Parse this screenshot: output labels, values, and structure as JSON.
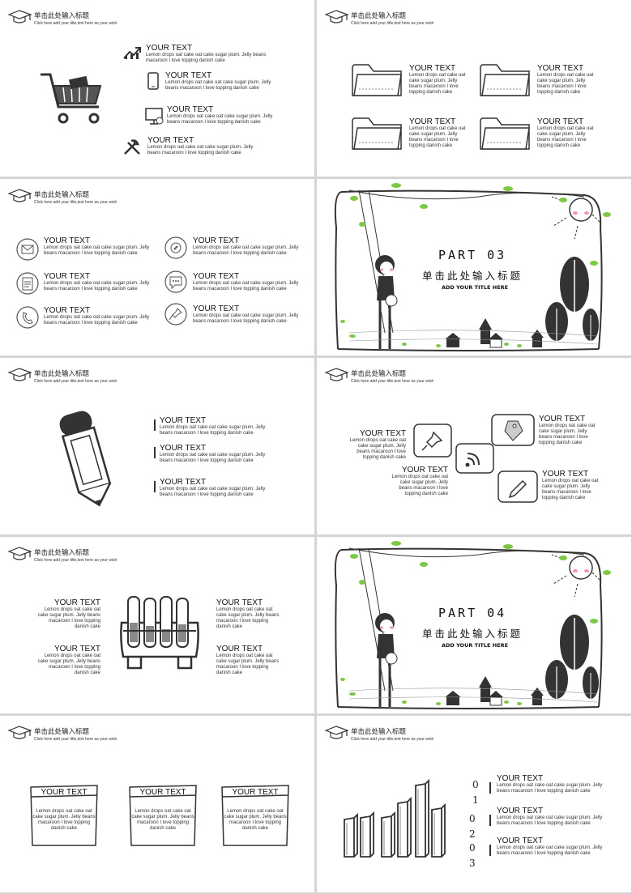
{
  "header": {
    "title": "单击此处输入标题",
    "subtitle": "Click here add your title,text here as your wish"
  },
  "item_title": "YOUR TEXT",
  "item_body": "Lemon drops oat cake oat cake sugar plum. Jelly beans macaroon I love topping danish cake",
  "part3": {
    "title": "PART 03",
    "subtitle": "单击此处输入标题",
    "en": "ADD YOUR TITLE HERE"
  },
  "part4": {
    "title": "PART 04",
    "subtitle": "单击此处输入标题",
    "en": "ADD YOUR TITLE HERE"
  },
  "numbers": {
    "n01_a": "0",
    "n01_b": "1",
    "n02_a": "0",
    "n02_b": "2",
    "n03_a": "0",
    "n03_b": "3"
  },
  "icons": {
    "slide1": [
      "shopping-cart-icon",
      "growth-chart-icon",
      "smartphone-icon",
      "monitor-icon",
      "tools-icon"
    ],
    "slide2": [
      "folder-icon",
      "folder-icon",
      "folder-icon",
      "folder-icon"
    ],
    "slide3": [
      "mail-icon",
      "clipboard-icon",
      "phone-icon",
      "compass-icon",
      "chat-icon",
      "pin-icon"
    ],
    "slide5": [
      "pencil-icon"
    ],
    "slide6": [
      "pushpin-icon",
      "tag-icon",
      "rss-icon",
      "edit-icon"
    ],
    "slide7": [
      "test-tubes-icon"
    ],
    "slide10": [
      "bar-chart-icon"
    ]
  },
  "colors": {
    "accent_green": "#7ac943",
    "ink": "#333333",
    "blush": "#ff8fa3"
  }
}
